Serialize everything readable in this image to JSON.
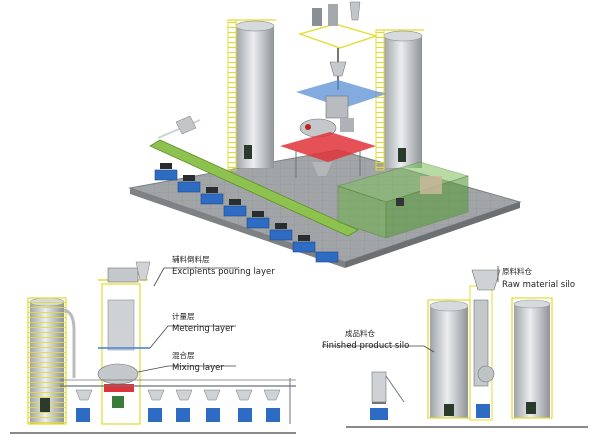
{
  "labels": {
    "excipients_cn": "辅料倒料层",
    "excipients_en": "Excipients pouring layer",
    "metering_cn": "计量层",
    "metering_en": "Metering layer",
    "mixing_cn": "混合层",
    "mixing_en": "Mixing layer",
    "raw_silo_cn": "原料料仓",
    "raw_silo_en": "Raw material silo",
    "finished_silo_cn": "成品料仓",
    "finished_silo_en": "Finished product silo"
  },
  "colors": {
    "floor": "#9a9d9e",
    "silo": "#cfd2d4",
    "ladder": "#e8e33c",
    "belt": "#8ec24e",
    "blue_platform": "#5b8fd6",
    "red_platform": "#e0323a",
    "feeder_blue": "#2e6bc2",
    "tank_green": "#6fae4e"
  }
}
